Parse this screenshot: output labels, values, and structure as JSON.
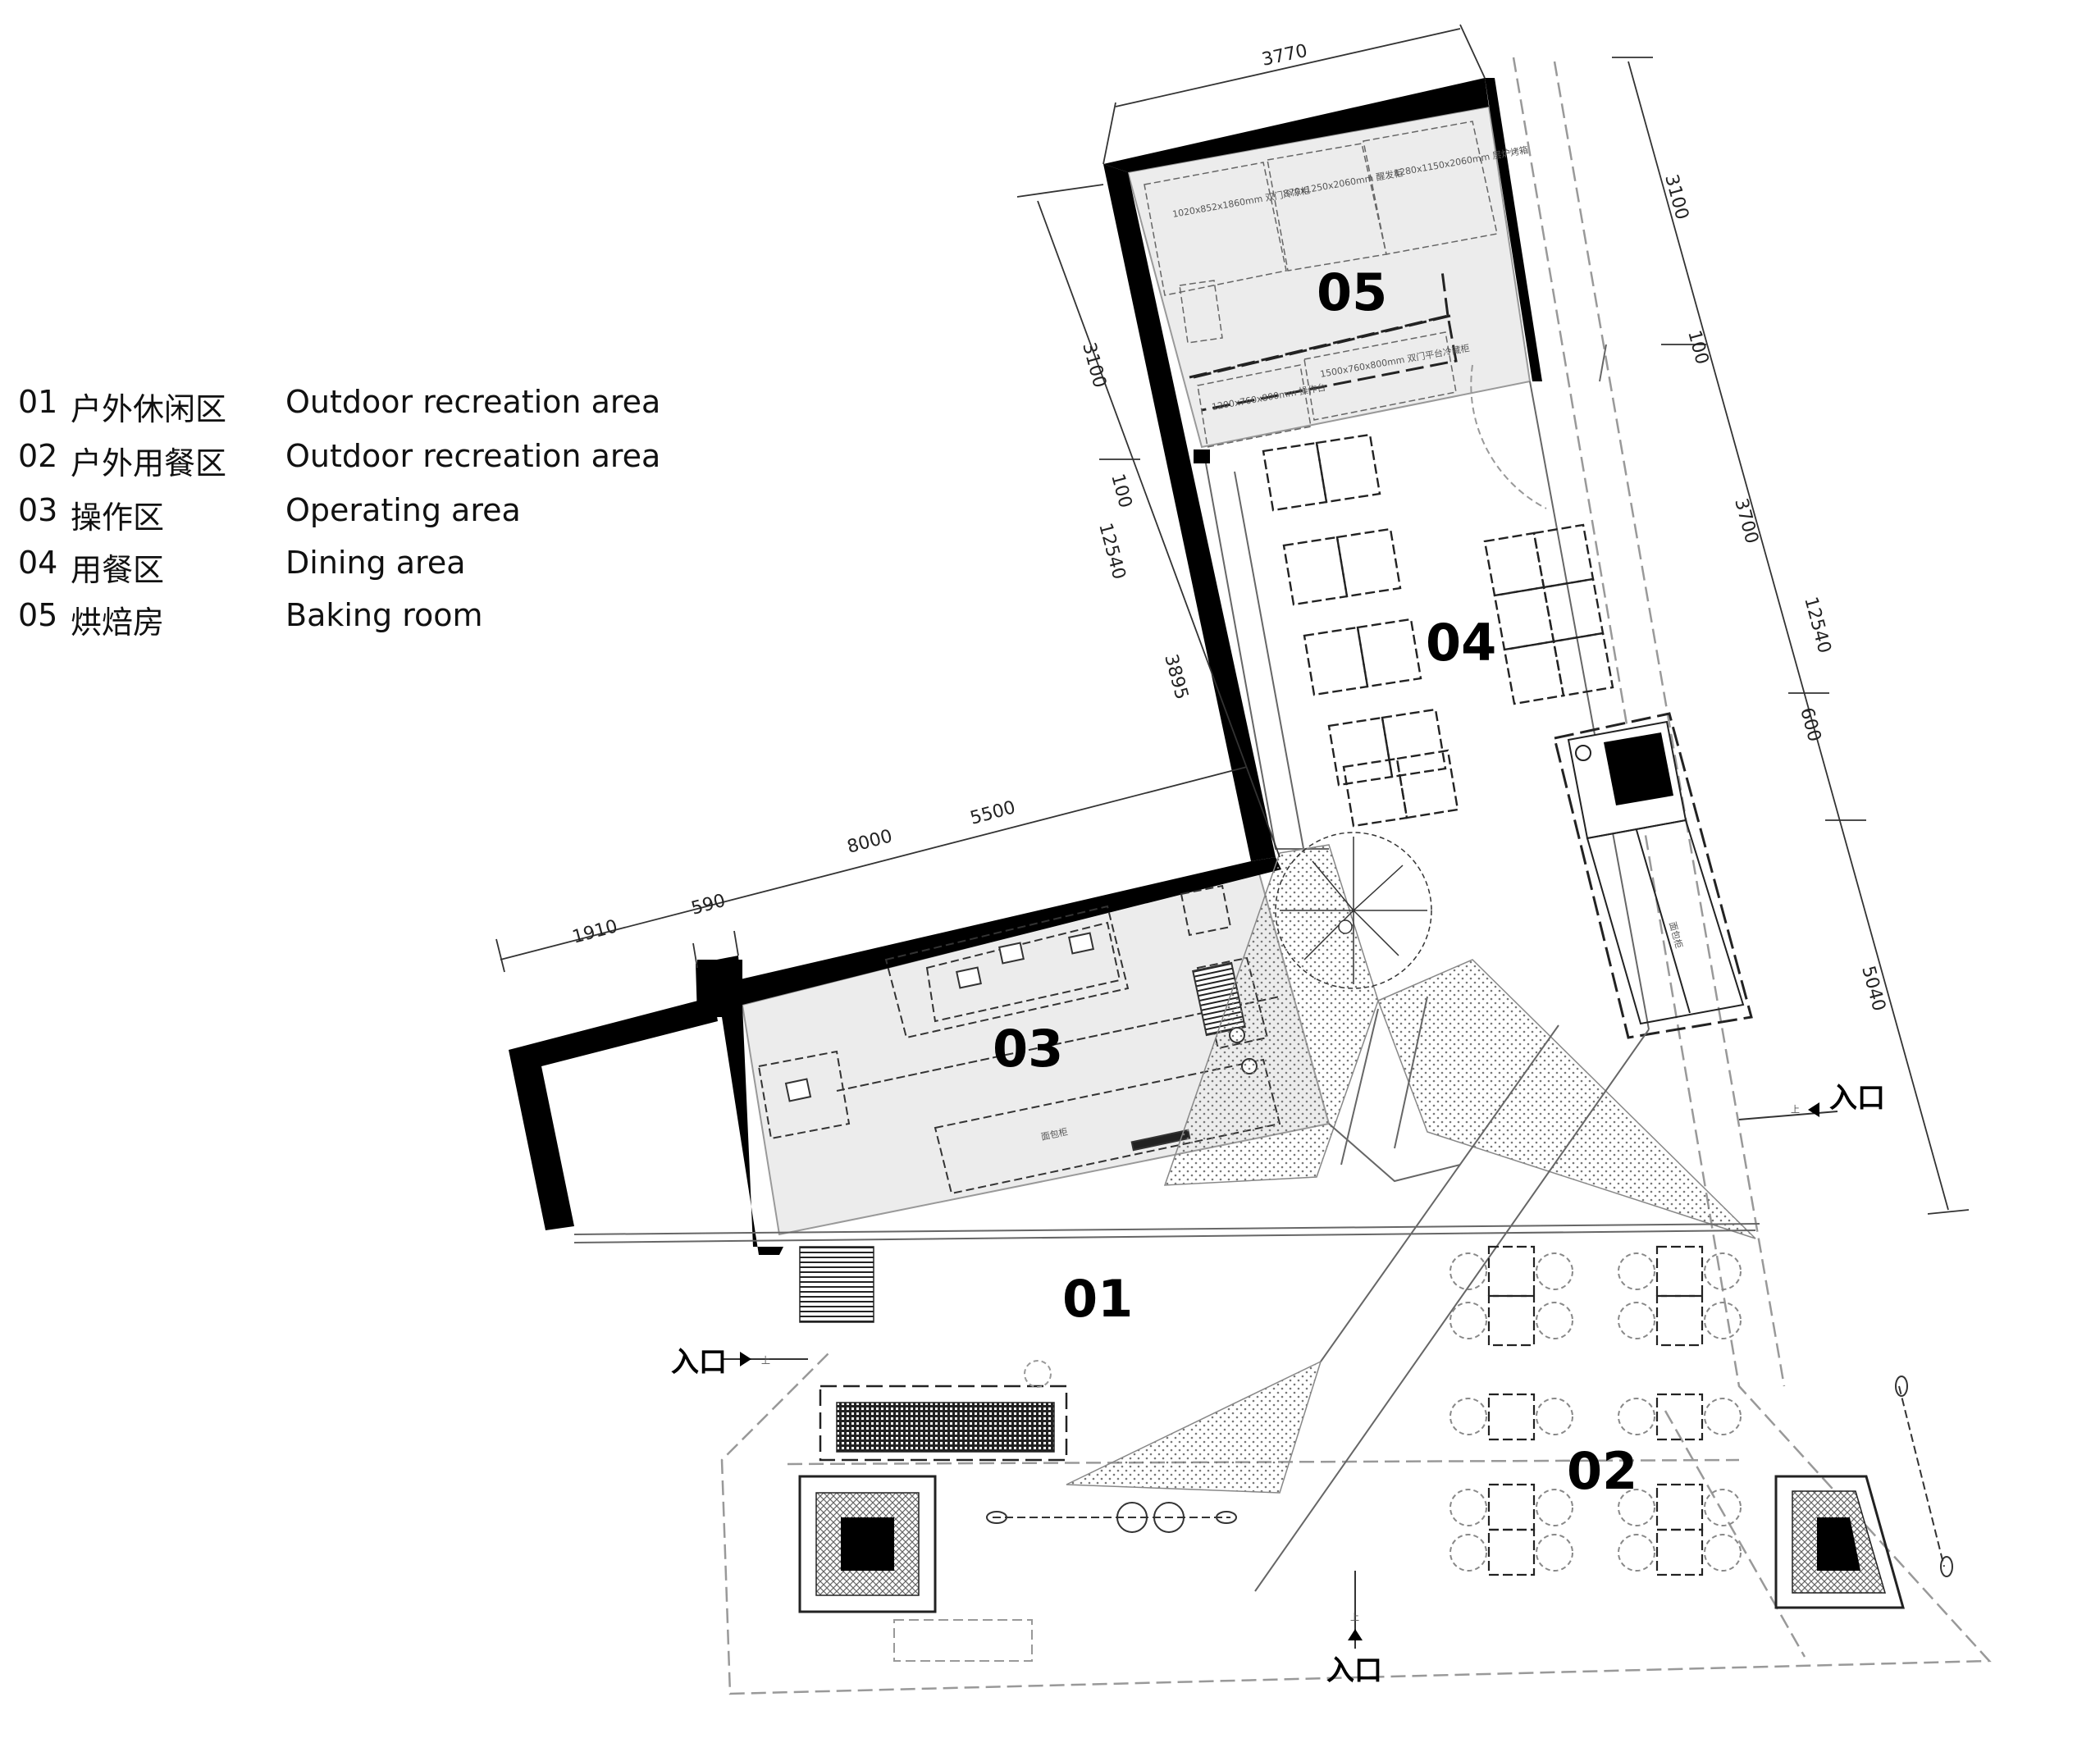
{
  "legend": [
    {
      "num": "01",
      "zh": "户外休闲区",
      "en": "Outdoor recreation area"
    },
    {
      "num": "02",
      "zh": "户外用餐区",
      "en": "Outdoor recreation area"
    },
    {
      "num": "03",
      "zh": "操作区",
      "en": "Operating area"
    },
    {
      "num": "04",
      "zh": "用餐区",
      "en": "Dining area"
    },
    {
      "num": "05",
      "zh": "烘焙房",
      "en": "Baking room"
    }
  ],
  "rooms": {
    "r01": "01",
    "r02": "02",
    "r03": "03",
    "r04": "04",
    "r05": "05"
  },
  "dimensions": {
    "d3770": "3770",
    "d3100_left": "3100",
    "d3100_right": "3100",
    "d100_left": "100",
    "d100_right": "100",
    "d12540_left": "12540",
    "d12540_right": "12540",
    "d3895": "3895",
    "d3700": "3700",
    "d600": "600",
    "d5040": "5040",
    "d8000": "8000",
    "d5500": "5500",
    "d1910": "1910",
    "d590": "590"
  },
  "entrances": {
    "right": "入口",
    "left": "入口",
    "bottom": "入口",
    "step_mark": "上"
  },
  "fixtures": {
    "f1": "1020x852x1860mm 双门冷冻柜",
    "f2": "870x1250x2060mm 醒发柜",
    "f3": "1280x1150x2060mm 层炉烤箱",
    "f4": "1500x760x800mm 双门平台冷藏柜",
    "f5": "1200x760x800mm 操作台",
    "f6": "面包柜",
    "f7": "面包柜"
  },
  "colors": {
    "wall": "#000000",
    "room_fill": "#e9e9e9",
    "line": "#555555",
    "dash": "#222222"
  }
}
